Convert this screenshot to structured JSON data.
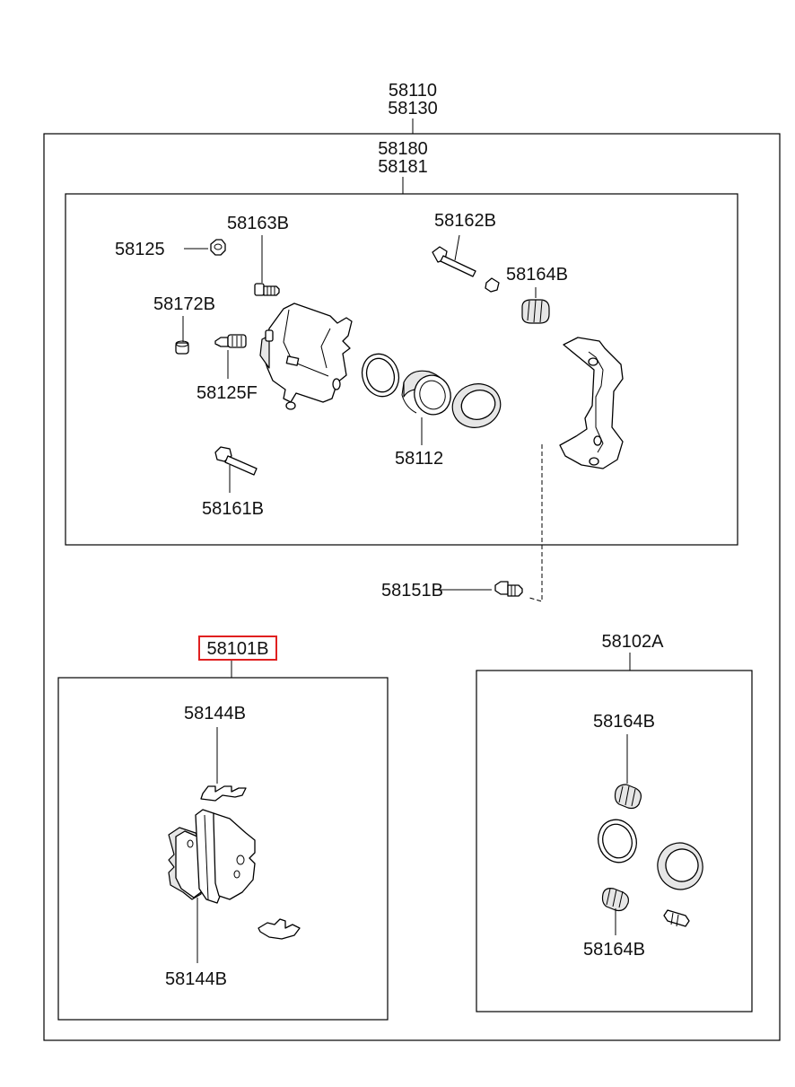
{
  "labels": {
    "assembly_top": "58110",
    "assembly_bottom": "58130",
    "caliper_top": "58180",
    "caliper_bottom": "58181",
    "p58125": "58125",
    "p58163B": "58163B",
    "p58162B": "58162B",
    "p58164B_upper": "58164B",
    "p58172B": "58172B",
    "p58125F": "58125F",
    "p58112": "58112",
    "p58161B": "58161B",
    "p58151B": "58151B",
    "pad_kit": "58101B",
    "seal_kit": "58102A",
    "p58144B_top": "58144B",
    "p58144B_bottom": "58144B",
    "p58164B_kit_top": "58164B",
    "p58164B_kit_bottom": "58164B"
  },
  "colors": {
    "highlight": "#e02020",
    "line": "#000000"
  }
}
